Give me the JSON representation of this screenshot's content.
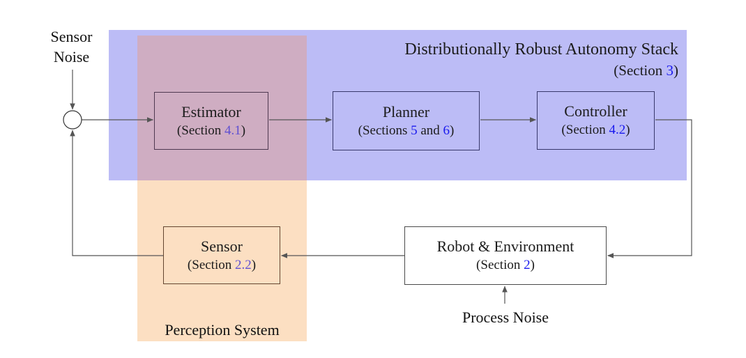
{
  "title": {
    "line1": "Distributionally Robust Autonomy Stack",
    "sec_pre": "(Section ",
    "sec_num": "3",
    "sec_post": ")"
  },
  "blocks": {
    "estimator": {
      "name": "Estimator",
      "sec_pre": "(Section ",
      "sec_num": "4.1",
      "sec_post": ")"
    },
    "planner": {
      "name": "Planner",
      "sec_pre": "(Sections ",
      "sec_num1": "5",
      "sec_mid": " and ",
      "sec_num2": "6",
      "sec_post": ")"
    },
    "controller": {
      "name": "Controller",
      "sec_pre": "(Section ",
      "sec_num": "4.2",
      "sec_post": ")"
    },
    "sensor": {
      "name": "Sensor",
      "sec_pre": "(Section ",
      "sec_num": "2.2",
      "sec_post": ")"
    },
    "robot": {
      "name": "Robot & Environment",
      "sec_pre": "(Section ",
      "sec_num": "2",
      "sec_post": ")"
    }
  },
  "labels": {
    "sensor_noise_line1": "Sensor",
    "sensor_noise_line2": "Noise",
    "process_noise": "Process Noise",
    "perception_system": "Perception System"
  },
  "colors": {
    "autonomy_region_fill": "#bcbcf6",
    "perception_region_fill": "#fcdfc2",
    "overlap_region_fill": "#cfadc2",
    "link_blue": "#1a1aee",
    "link_violet": "#5f50d2",
    "wire": "#555555"
  }
}
